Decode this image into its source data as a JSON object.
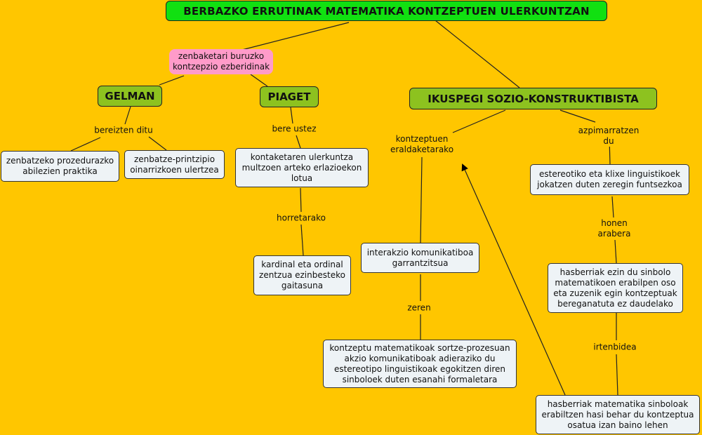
{
  "title": "BERBAZKO ERRUTINAK MATEMATIKA KONTZEPTUEN ULERKUNTZAN",
  "nodes": {
    "pink": "zenbaketari buruzko\nkontzepzio ezberidinak",
    "gelman": "GELMAN",
    "piaget": "PIAGET",
    "ikuspegi": "IKUSPEGI SOZIO-KONSTRUKTIBISTA",
    "gelman_a": "zenbatzeko prozedurazko\nabilezien praktika",
    "gelman_b": "zenbatze-printzipio\noinarrizkoen ulertzea",
    "piaget_a": "kontaketaren ulerkuntza\nmultzoen arteko erlazioekon\nlotua",
    "piaget_b": "kardinal eta ordinal\nzentzua ezinbesteko\ngaitasuna",
    "interakzio": "interakzio komunikatiboa\ngarrantzitsua",
    "kontzeptu": "kontzeptu matematikoak sortze-prozesuan\nakzio komunikatiboak adieraziko du\nestereotipo linguistikoak egokitzen diren\nsinboloek duten esanahi formaletara",
    "estereotiko": "estereotiko eta klixe linguistikoek\njokatzen duten zeregin funtsezkoa",
    "hasberriak_ezin": "hasberriak ezin du sinbolo\nmatematikoen erabilpen oso\neta zuzenik egin kontzeptuak\nbereganatuta ez daudelako",
    "hasberriak_mat": "hasberriak matematika sinboloak\nerabiltzen hasi behar du kontzeptua\nosatua izan baino lehen"
  },
  "links": {
    "bereizten": "bereizten ditu",
    "bere_ustez": "bere ustez",
    "horretarako": "horretarako",
    "kontzeptuen": "kontzeptuen\neraldaketarako",
    "azpimarratzen": "azpimarratzen\ndu",
    "zeren": "zeren",
    "honen": "honen\narabera",
    "irtenbidea": "irtenbidea"
  },
  "colors": {
    "background": "#FFC600",
    "title_fill": "#11E011",
    "head_fill": "#8DC21F",
    "pink_fill": "#FF9BC9",
    "box_fill": "#EEF3F6"
  }
}
